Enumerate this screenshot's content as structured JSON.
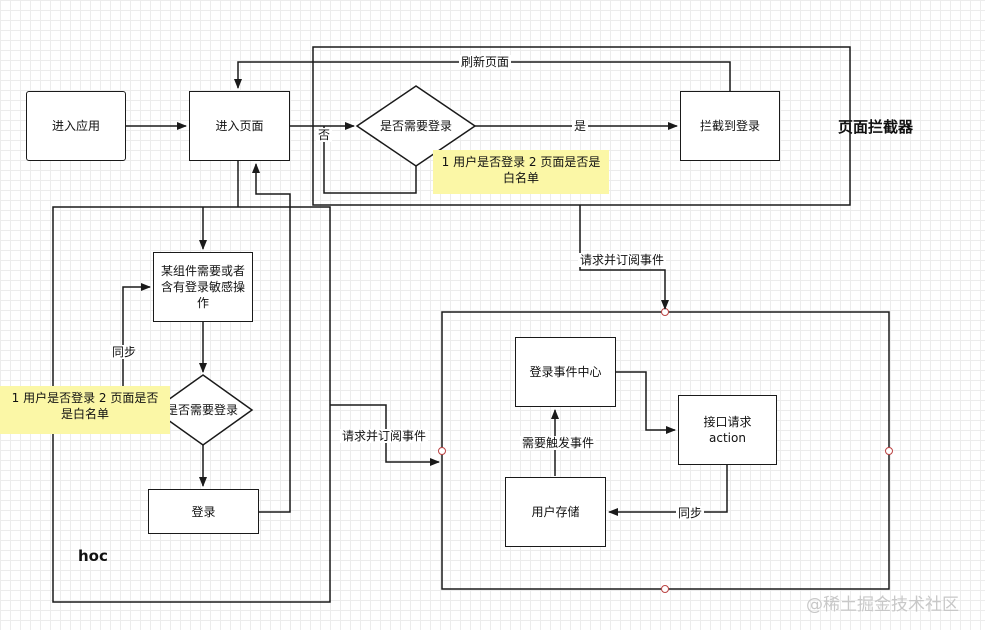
{
  "nodes": {
    "enter_app": "进入应用",
    "enter_page": "进入页面",
    "need_login_top": "是否需要登录",
    "intercept_login": "拦截到登录",
    "sensitive_op": "某组件需要或者含有登录敏感操作",
    "need_login_hoc": "是否需要登录",
    "login": "登录",
    "login_event_center": "登录事件中心",
    "api_request": "接口请求\naction",
    "user_storage": "用户存储"
  },
  "groups": {
    "interceptor_title": "页面拦截器",
    "hoc_title": "hoc"
  },
  "edge_labels": {
    "refresh_page": "刷新页面",
    "no": "否",
    "yes": "是",
    "subscribe_top": "请求并订阅事件",
    "subscribe_left": "请求并订阅事件",
    "sync_left": "同步",
    "sync_right": "同步",
    "trigger_event": "需要触发事件"
  },
  "notes": {
    "top_note": "1 用户是否登录 2 页面是否是白名单",
    "left_note": "1 用户是否登录 2 页面是否是白名单"
  },
  "watermark": "@稀土掘金技术社区"
}
